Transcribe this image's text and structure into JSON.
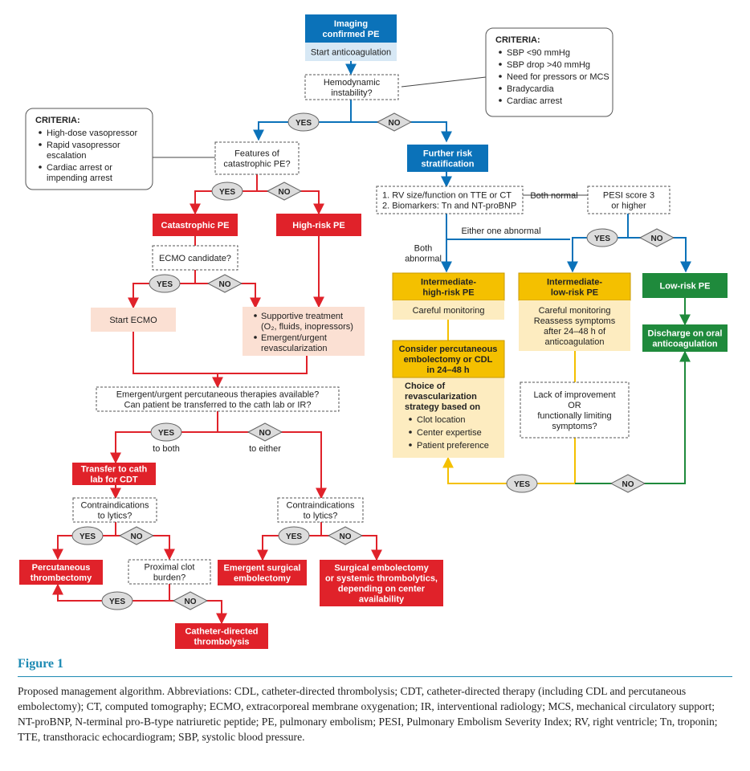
{
  "nodes": {
    "imaging": [
      "Imaging",
      "confirmed PE"
    ],
    "start_anticoag": [
      "Start anticoagulation"
    ],
    "hemo": [
      "Hemodynamic",
      "instability?"
    ],
    "catastrophic_q": [
      "Features of",
      "catastrophic PE?"
    ],
    "further_risk": [
      "Further risk",
      "stratification"
    ],
    "catastrophic_pe": [
      "Catastrophic PE"
    ],
    "high_risk_pe": [
      "High-risk PE"
    ],
    "ecmo_q": [
      "ECMO candidate?"
    ],
    "start_ecmo": [
      "Start ECMO"
    ],
    "emergent_q": [
      "Emergent/urgent percutaneous therapies available?",
      "Can patient be transferred to the cath lab or IR?"
    ],
    "transfer_cath": [
      "Transfer to cath",
      "lab for CDT"
    ],
    "contra_left": [
      "Contraindications",
      "to lytics?"
    ],
    "contra_mid": [
      "Contraindications",
      "to lytics?"
    ],
    "perc_thromb": [
      "Percutaneous",
      "thrombectomy"
    ],
    "proximal_clot": [
      "Proximal clot",
      "burden?"
    ],
    "cdt": [
      "Catheter-directed",
      "thrombolysis"
    ],
    "emergent_surg": [
      "Emergent surgical",
      "embolectomy"
    ],
    "surg_or_lytics": [
      "Surgical embolectomy",
      "or systemic thrombolytics,",
      "depending on center",
      "availability"
    ],
    "rv_bio": [
      "1.  RV size/function on TTE or CT",
      "2.  Biomarkers: Tn and NT-proBNP"
    ],
    "pesi": [
      "PESI score 3",
      "or higher"
    ],
    "inter_high_title": [
      "Intermediate-",
      "high-risk PE"
    ],
    "careful_monitoring": [
      "Careful monitoring"
    ],
    "inter_low_title": [
      "Intermediate-",
      "low-risk PE"
    ],
    "inter_low_body": [
      "Careful monitoring",
      "Reassess symptoms",
      "after 24–48 h of",
      "anticoagulation"
    ],
    "low_risk": [
      "Low-risk PE"
    ],
    "discharge": [
      "Discharge on oral",
      "anticoagulation"
    ],
    "consider_perc": [
      "Consider percutaneous",
      "embolectomy or CDL",
      "in 24–48 h"
    ],
    "lack_improve": [
      "Lack of improvement",
      "OR",
      "functionally limiting",
      "symptoms?"
    ]
  },
  "supportive": {
    "items": [
      "Supportive treatment",
      "(O₂, fluids, inopressors)",
      "Emergent/urgent",
      "revascularization"
    ]
  },
  "choice": {
    "title": [
      "Choice of",
      "revascularization",
      "strategy based on"
    ],
    "items": [
      "Clot location",
      "Center expertise",
      "Patient preference"
    ]
  },
  "criteria_right": {
    "title": "CRITERIA:",
    "items": [
      "SBP <90 mmHg",
      "SBP drop >40 mmHg",
      "Need for pressors or MCS",
      "Bradycardia",
      "Cardiac arrest"
    ]
  },
  "criteria_left": {
    "title": "CRITERIA:",
    "items": [
      [
        "High-dose vasopressor"
      ],
      [
        "Rapid vasopressor",
        "escalation"
      ],
      [
        "Cardiac arrest or",
        "impending arrest"
      ]
    ]
  },
  "decisions": {
    "yes": "YES",
    "no": "NO"
  },
  "edge_labels": {
    "to_both": "to both",
    "to_either": "to either",
    "both_normal": "Both normal",
    "either_abnormal": "Either one abnormal",
    "both_abnormal": [
      "Both",
      "abnormal"
    ]
  },
  "colors": {
    "blue": "#0b72b9",
    "red": "#e0222a",
    "yellow": "#f4c000",
    "green": "#1f8a3c",
    "pink": "#fbe0d3",
    "cream": "#fdecc0"
  },
  "figure": {
    "title": "Figure 1",
    "caption": "Proposed management algorithm. Abbreviations: CDL, catheter-directed thrombolysis; CDT, catheter-directed therapy (including CDL and percutaneous embolectomy); CT, computed tomography; ECMO, extracorporeal membrane oxygenation; IR, interventional radiology; MCS, mechanical circulatory support; NT-proBNP, N-terminal pro-B-type natriuretic peptide; PE, pulmonary embolism; PESI, Pulmonary Embolism Severity Index; RV, right ventricle; Tn, troponin; TTE, transthoracic echocardiogram; SBP, systolic blood pressure."
  }
}
